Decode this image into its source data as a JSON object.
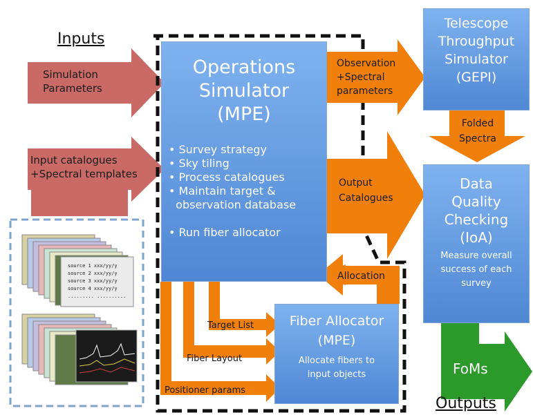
{
  "headers": {
    "inputs": "Inputs",
    "outputs": "Outputs"
  },
  "inputs": {
    "sim_params": [
      "Simulation",
      "Parameters"
    ],
    "catalogues": [
      "Input catalogues",
      "+Spectral templates"
    ]
  },
  "ops_sim": {
    "title": [
      "Operations",
      "Simulator",
      "(MPE)"
    ],
    "bullets": [
      "• Survey strategy",
      "• Sky tiling",
      "• Process catalogues",
      "• Maintain target &",
      "  observation database",
      "• Run fiber allocator"
    ]
  },
  "arrows": {
    "observation": [
      "Observation",
      "+Spectral",
      "parameters"
    ],
    "output_catalogues": [
      "Output",
      "Catalogues"
    ],
    "folded_spectra": [
      "Folded",
      "Spectra"
    ],
    "allocation": "Allocation",
    "target_list": "Target List",
    "fiber_layout": "Fiber Layout",
    "positioner_params": "Positioner params",
    "foms": "FoMs"
  },
  "telescope": {
    "title": [
      "Telescope",
      "Throughput",
      "Simulator",
      "(GEPI)"
    ]
  },
  "dqc": {
    "title": [
      "Data",
      "Quality",
      "Checking",
      "(IoA)"
    ],
    "desc": [
      "Measure overall",
      "success of each",
      "survey"
    ]
  },
  "fiber_alloc": {
    "title": [
      "Fiber Allocator",
      "(MPE)"
    ],
    "desc": [
      "Allocate fibers to",
      "input objects"
    ]
  },
  "catalogue_card": {
    "lines": [
      "source 1 xxx/yy/y",
      "source 2 xxx/yy/y",
      "source 3 xxx/yy/y",
      "source 4 xxx/yy/y",
      "......... .........."
    ]
  },
  "colors": {
    "red_arrow": "#c96a66",
    "orange_arrow": "#f07f0c",
    "green_arrow": "#2b9a2b",
    "blue_box": "#5b93dc"
  }
}
